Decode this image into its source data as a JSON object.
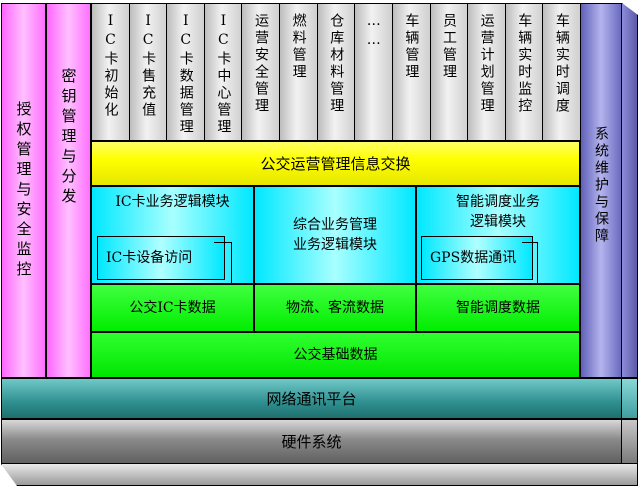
{
  "left_columns": [
    {
      "label": "授权管理与安全监控"
    },
    {
      "label": "密钥管理与分发"
    }
  ],
  "right_column": {
    "label": "系统维护与保障"
  },
  "top_modules": [
    {
      "label": "IC卡初始化"
    },
    {
      "label": "IC卡售充值"
    },
    {
      "label": "IC卡数据管理"
    },
    {
      "label": "IC卡中心管理"
    },
    {
      "label": "运营安全管理"
    },
    {
      "label": "燃料管理"
    },
    {
      "label": "仓库材料管理"
    },
    {
      "label": "……"
    },
    {
      "label": "车辆管理"
    },
    {
      "label": "员工管理"
    },
    {
      "label": "运营计划管理"
    },
    {
      "label": "车辆实时监控"
    },
    {
      "label": "车辆实时调度"
    }
  ],
  "exchange_layer": {
    "label": "公交运营管理信息交换"
  },
  "logic_layer": {
    "ic_module": {
      "label": "IC卡业务逻辑模块",
      "sub_label": "IC卡设备访问"
    },
    "comprehensive_module": {
      "label": "综合业务管理\n业务逻辑模块"
    },
    "dispatch_module": {
      "label": "智能调度业务\n逻辑模块",
      "sub_label": "GPS数据通讯"
    }
  },
  "data_layer": {
    "ic_data": "公交IC卡数据",
    "logistics_data": "物流、客流数据",
    "dispatch_data": "智能调度数据"
  },
  "base_data": {
    "label": "公交基础数据"
  },
  "network": {
    "label": "网络通讯平台"
  },
  "hardware": {
    "label": "硬件系统"
  },
  "colors": {
    "magenta": "#ff80ff",
    "purple": "#7f7fcc",
    "yellow": "#ffff00",
    "cyan": "#00ffff",
    "green": "#00ff00",
    "teal": "#2f8f8f",
    "gray": "#7a7a7a"
  }
}
